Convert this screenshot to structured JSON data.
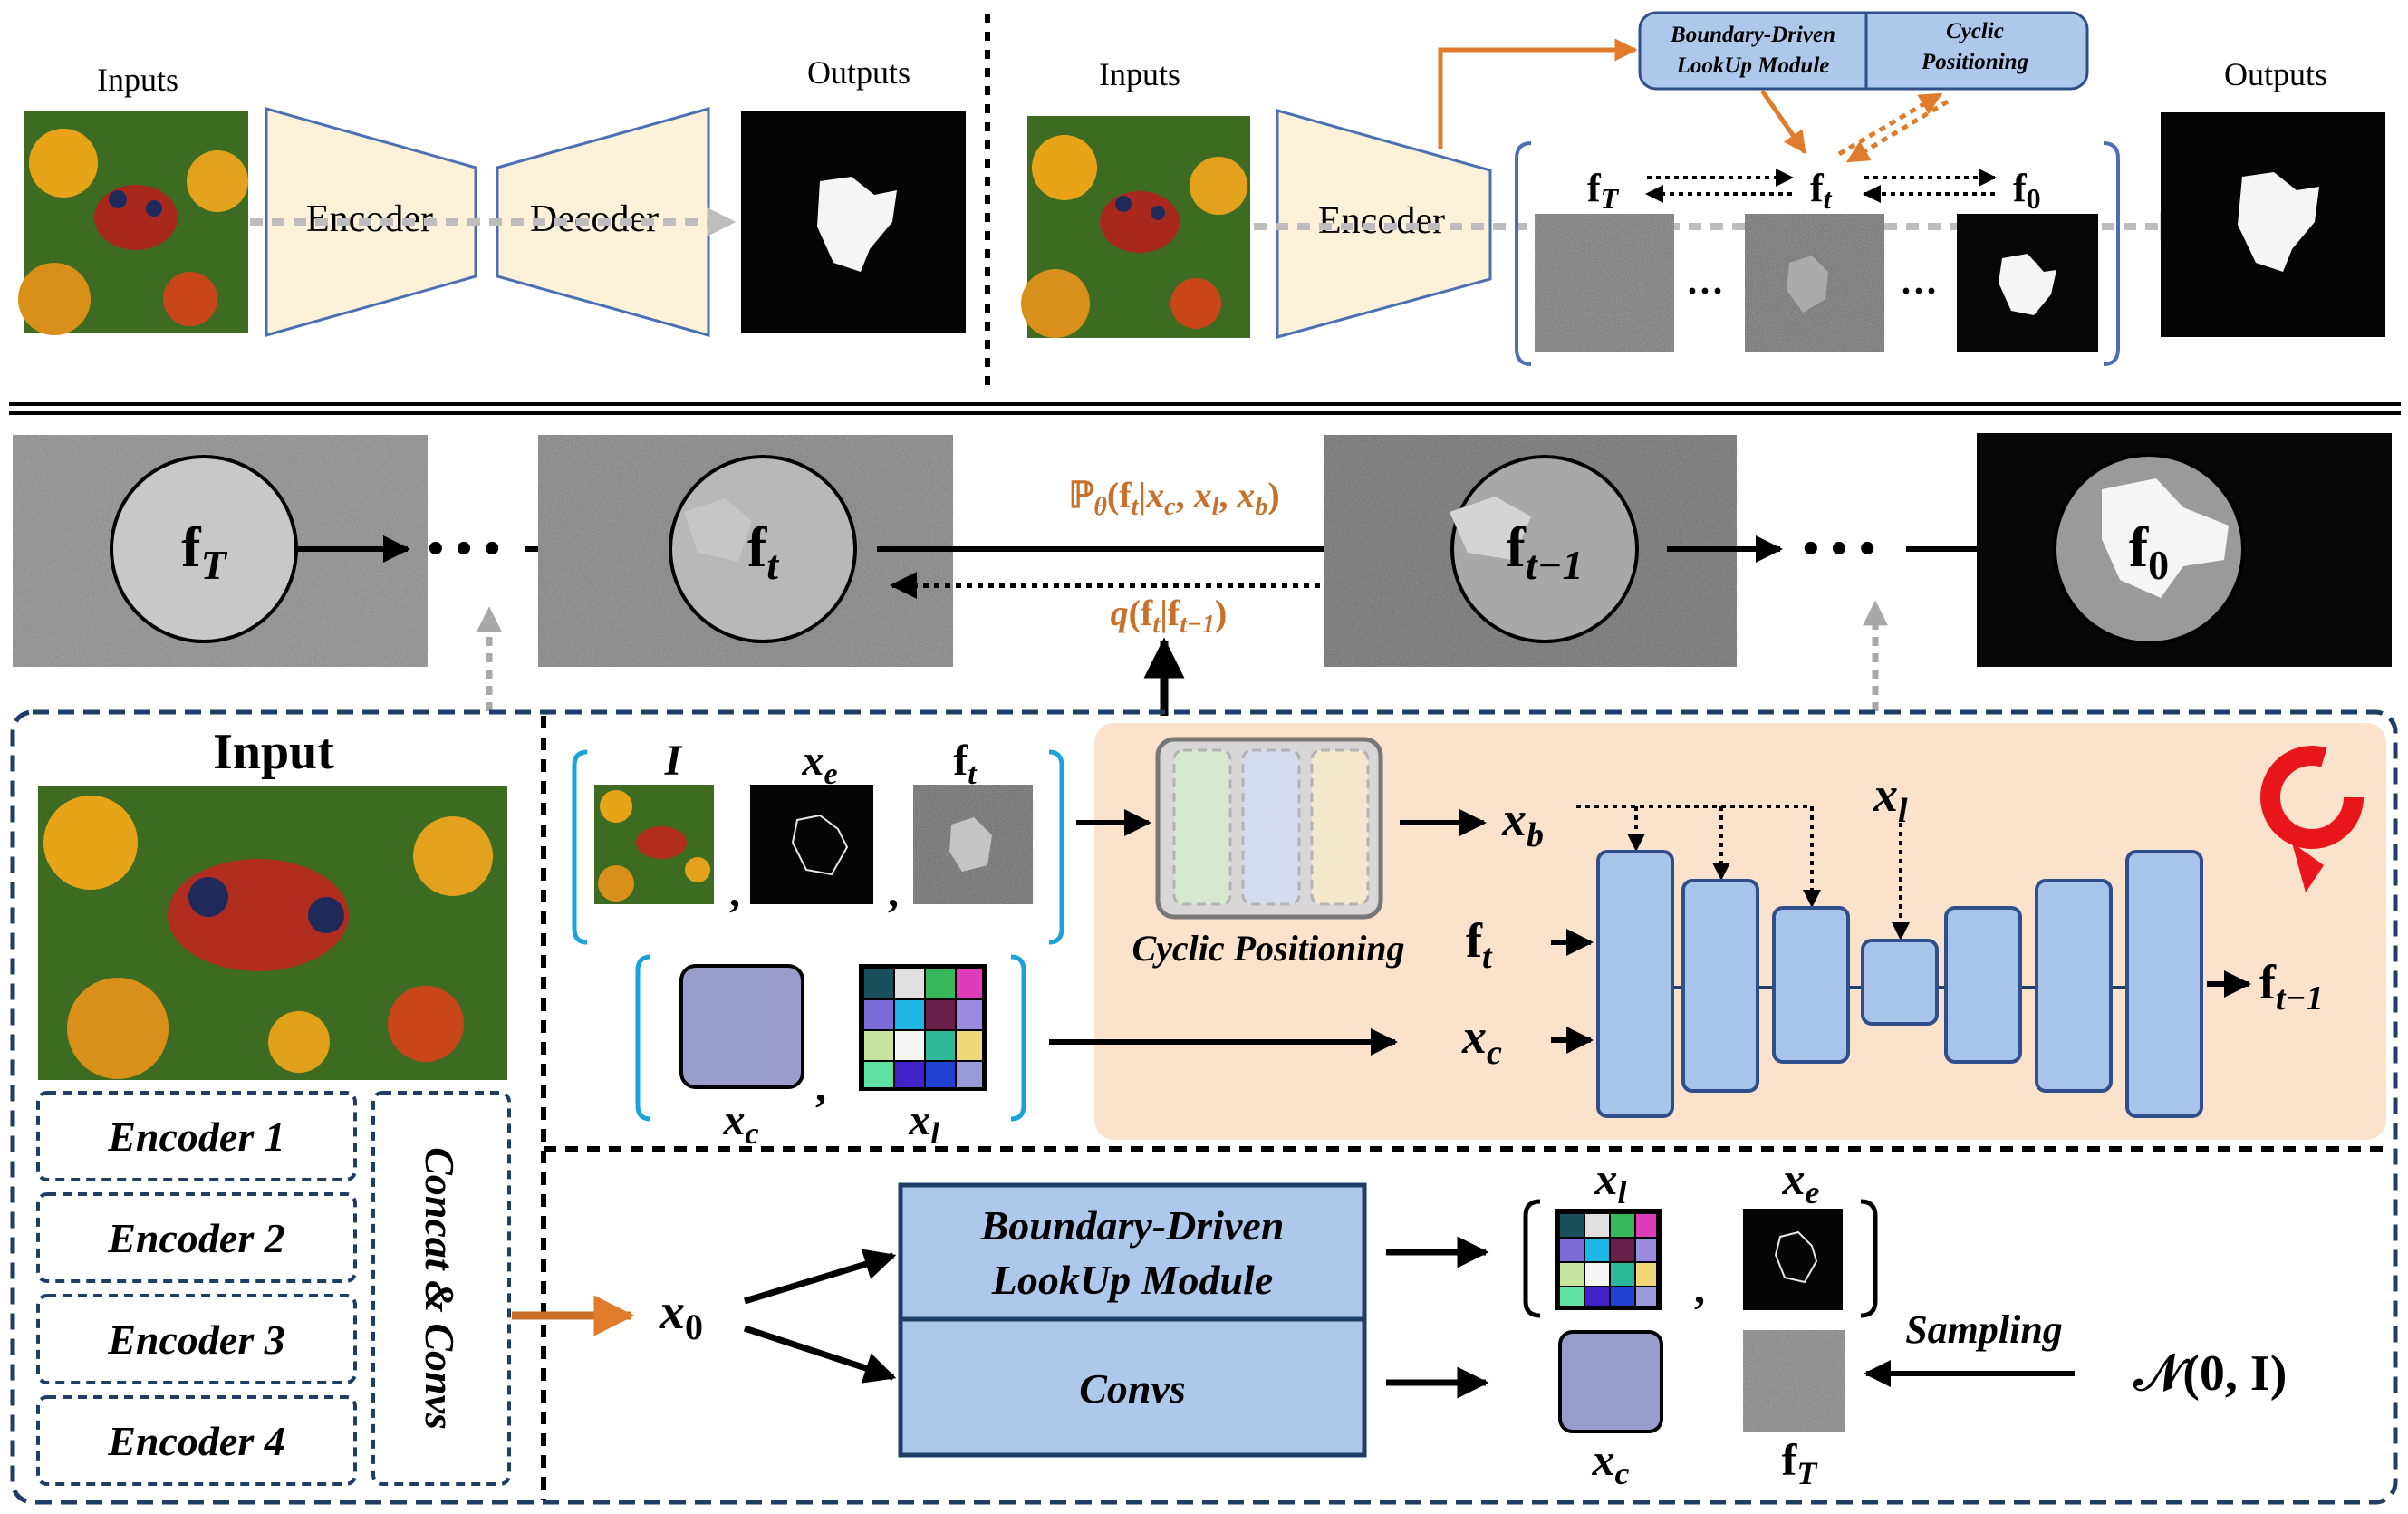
{
  "top_left": {
    "inputs_label": "Inputs",
    "encoder_label": "Encoder",
    "decoder_label": "Decoder",
    "outputs_label": "Outputs"
  },
  "top_right": {
    "inputs_label": "Inputs",
    "encoder_label": "Encoder",
    "outputs_label": "Outputs",
    "module_box": {
      "left": "Boundary-Driven LookUp Module",
      "left_line1": "Boundary-Driven",
      "left_line2": "LookUp Module",
      "right_line1": "Cyclic",
      "right_line2": "Positioning"
    },
    "states": [
      "f_T",
      "f_t",
      "f_0"
    ],
    "ellipsis": "···"
  },
  "chain": {
    "nodes": [
      "f_T",
      "f_t",
      "f_{t-1}",
      "f_0"
    ],
    "forward_label": "ℙθ(ft|xc, xl, xb)",
    "backward_label": "q(ft|ft−1)",
    "ellipsis": "• • •"
  },
  "bottom_left": {
    "input_title": "Input",
    "encoders": [
      "Encoder 1",
      "Encoder 2",
      "Encoder 3",
      "Encoder 4"
    ],
    "concat_label": "Concat & Convs"
  },
  "cond_block": {
    "labels_top": [
      "I",
      "x_e",
      "f_t"
    ],
    "labels_bottom": [
      "x_c",
      "x_l"
    ],
    "cyclic_label": "Cyclic Positioning",
    "xb": "x_b",
    "xl": "x_l",
    "ft": "f_t",
    "xc": "x_c",
    "out": "f_{t-1}"
  },
  "bottom_block": {
    "x0": "x_0",
    "bdlm_line1": "Boundary-Driven",
    "bdlm_line2": "LookUp Module",
    "convs": "Convs",
    "sampling": "Sampling",
    "noise": "𝒩(0, I)",
    "out_labels": [
      "x_l",
      "x_e",
      "x_c",
      "f_T"
    ]
  },
  "colors": {
    "trap_fill": "#fdf2d9",
    "trap_stroke": "#4a6fb3",
    "orange": "#e07b2c",
    "orange_text": "#c8702a",
    "unet_fill": "#a9c4ea",
    "unet_stroke": "#2e4f8a",
    "peach_bg": "#fbe2cd",
    "module_fill": "#aec8ec",
    "bracket_blue": "#1aa3d9",
    "dashed_navy": "#1f3e66",
    "xc_swatch": "#9a9ccb"
  }
}
